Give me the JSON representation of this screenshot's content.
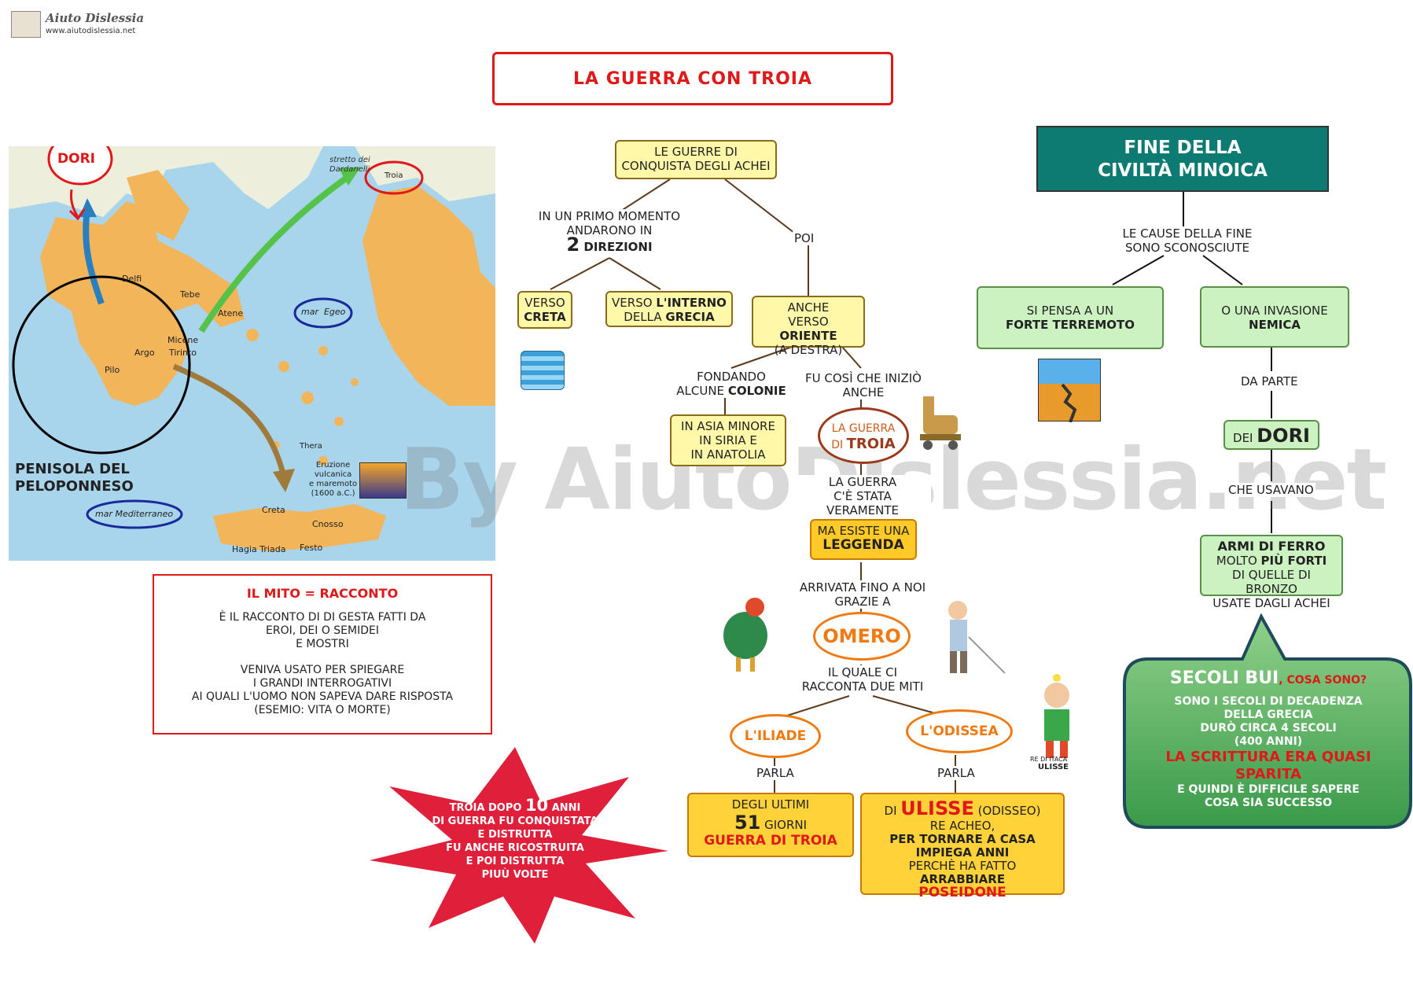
{
  "logo": {
    "title": "Aiuto Dislessia",
    "url": "www.aiutodislessia.net"
  },
  "title": "LA GUERRA CON TROIA",
  "watermark": "By AiutoDislessia.net",
  "map": {
    "dori": "DORI",
    "strait": "stretto dei",
    "strait2": "Dardanelli",
    "troia": "Troia",
    "delfi": "Delfi",
    "tebe": "Tebe",
    "atene": "Atene",
    "micene": "Micene",
    "argo": "Argo",
    "tirinto": "Tirinto",
    "pilo": "Pilo",
    "egeo": "mar  Egeo",
    "thera": "Thera",
    "eruzione": [
      "Eruzione",
      "vulcanica",
      "e maremoto",
      "(1600 a.C.)"
    ],
    "creta": "Creta",
    "cnosso": "Cnosso",
    "hagia": "Hagia Triada",
    "festo": "Festo",
    "peninsula": [
      "PENISOLA DEL",
      "PELOPONNESO"
    ],
    "mediterraneo": "mar Mediterraneo"
  },
  "mito": {
    "title": "IL MITO = RACCONTO",
    "p1": [
      "È IL RACCONTO DI DI GESTA FATTI DA",
      "EROI, DEI O SEMIDEI",
      "E MOSTRI"
    ],
    "p2": [
      "VENIVA USATO PER SPIEGARE",
      "I GRANDI INTERROGATIVI",
      "AI QUALI L'UOMO NON SAPEVA DARE RISPOSTA",
      "(ESEMIO: VITA O MORTE)"
    ]
  },
  "star": {
    "l1a": "TROIA DOPO ",
    "l1b": "10",
    "l1c": " ANNI",
    "l2": "DI GUERRA FU CONQUISTATA",
    "l3": "E DISTRUTTA",
    "l4": "FU ANCHE RICOSTRUITA",
    "l5": "E POI DISTRUTTA",
    "l6": "PIUÙ VOLTE"
  },
  "concept": {
    "root": [
      "LE GUERRE DI",
      "CONQUISTA DEGLI ACHEI"
    ],
    "first": [
      "IN UN PRIMO MOMENTO",
      "ANDARONO IN"
    ],
    "first_num": "2",
    "first_dir": " DIREZIONI",
    "poi": "POI",
    "creta": {
      "a": "VERSO",
      "b": "CRETA"
    },
    "interno": {
      "a": "VERSO ",
      "b": "L'INTERNO",
      "c": "DELLA ",
      "d": "GRECIA"
    },
    "oriente": {
      "a": "ANCHE",
      "b": "VERSO ",
      "c": "ORIENTE",
      "d": "(A DESTRA)"
    },
    "fondando": {
      "a": "FONDANDO",
      "b": "ALCUNE ",
      "c": "COLONIE"
    },
    "inizio": [
      "FU COSÌ CHE INIZIÒ",
      "ANCHE"
    ],
    "asia": [
      "IN  ASIA MINORE",
      "IN SIRIA E",
      "IN ANATOLIA"
    ],
    "guerra": {
      "a": "LA GUERRA",
      "b": "DI ",
      "c": "TROIA"
    },
    "vera": [
      "LA GUERRA",
      "C'È STATA VERAMENTE"
    ],
    "leggenda": {
      "a": "MA ESISTE UNA",
      "b": "LEGGENDA"
    },
    "arrivata": [
      "ARRIVATA FINO A NOI",
      "GRAZIE A"
    ],
    "omero": "OMERO",
    "quale": [
      "IL QUALE CI",
      "RACCONTA DUE MITI"
    ],
    "iliade": "L'ILIADE",
    "odissea": "L'ODISSEA",
    "parla": "PARLA",
    "giorni": {
      "a": "DEGLI ULTIMI",
      "b": "51",
      "c": " GIORNI",
      "d": "GUERRA DI TROIA"
    },
    "ulisse": {
      "a": "DI ",
      "b": "ULISSE",
      "c": " (ODISSEO)",
      "d": "RE ACHEO,",
      "e": "PER TORNARE A CASA",
      "f": "IMPIEGA ANNI",
      "g": "PERCHÈ HA FATTO ",
      "h": "ARRABBIARE",
      "i": "POSEIDONE"
    },
    "ulisse_caption": "ULISSE",
    "re_itaca": "RE DI ITACA"
  },
  "minoica": {
    "title": [
      "FINE DELLA",
      "CIVILTÀ MINOICA"
    ],
    "cause": [
      "LE CAUSE DELLA FINE",
      "SONO SCONOSCIUTE"
    ],
    "terremoto": {
      "a": "SI PENSA A UN",
      "b": "FORTE TERREMOTO"
    },
    "invasione": {
      "a": "O UNA INVASIONE",
      "b": "NEMICA"
    },
    "daparte": "DA PARTE",
    "dori": {
      "a": "DEI ",
      "b": "DORI"
    },
    "usavano": "CHE USAVANO",
    "armi": {
      "a": "ARMI DI FERRO",
      "b": "MOLTO ",
      "c": "PIÙ FORTI",
      "d": "DI QUELLE DI BRONZO",
      "e": "USATE DAGLI ACHEI"
    }
  },
  "secoli": {
    "a": "SECOLI BUI",
    "b": ", COSA SONO?",
    "l1": "SONO I SECOLI DI DECADENZA",
    "l2": "DELLA GRECIA",
    "l3": "DURÒ CIRCA 4 SECOLI",
    "l4": "(400 ANNI)",
    "l5": "LA SCRITTURA ERA QUASI",
    "l6": "SPARITA",
    "l7": "E QUINDI È DIFFICILE SAPERE",
    "l8": "COSA SIA SUCCESSO"
  }
}
